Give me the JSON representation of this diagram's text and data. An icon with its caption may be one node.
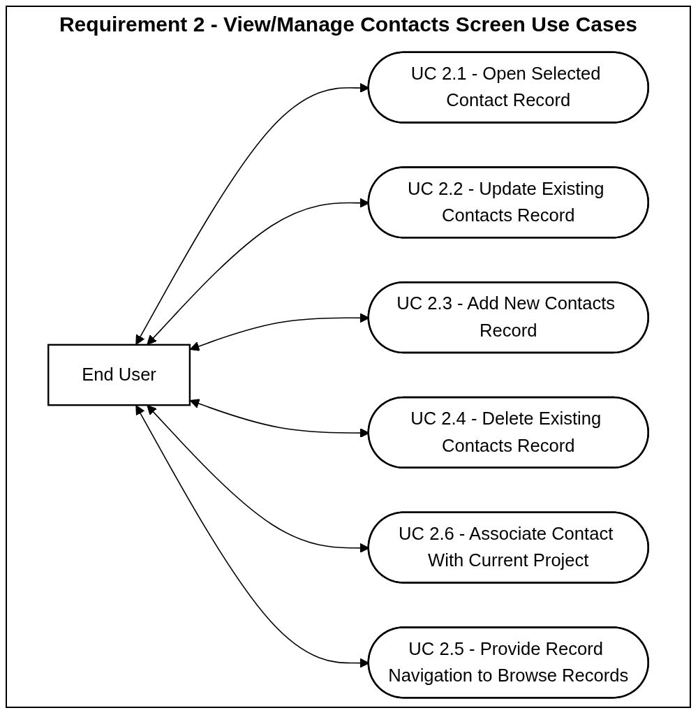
{
  "diagram": {
    "title": "Requirement 2 - View/Manage Contacts Screen Use Cases",
    "nodes": [
      {
        "text": [
          "End User"
        ]
      },
      {
        "text": [
          "UC 2.1 - Open Selected Contact Record"
        ]
      },
      {
        "text": [
          "UC 2.2 - Update Existing Contacts Record"
        ]
      },
      {
        "text": [
          "UC 2.3 - Add New Contacts Record"
        ]
      },
      {
        "text": [
          "UC 2.4 - Delete Existing Contacts Record"
        ]
      },
      {
        "text": [
          "UC 2.6 - Associate Contact With Current Project"
        ]
      },
      {
        "text": [
          "UC 2.5 - Provide Record Navigation to Browse Records"
        ]
      }
    ],
    "edges": [
      {
        "from": 0,
        "to": 1,
        "arrow": "both"
      },
      {
        "from": 0,
        "to": 2,
        "arrow": "both"
      },
      {
        "from": 0,
        "to": 3,
        "arrow": "both"
      },
      {
        "from": 0,
        "to": 4,
        "arrow": "both"
      },
      {
        "from": 0,
        "to": 5,
        "arrow": "both"
      },
      {
        "from": 0,
        "to": 6,
        "arrow": "both"
      }
    ]
  }
}
